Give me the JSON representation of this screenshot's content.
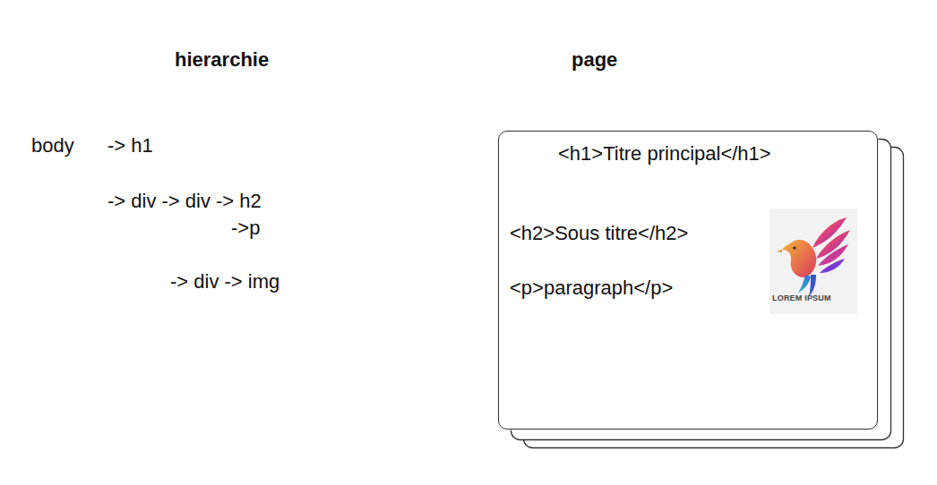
{
  "diagram": {
    "nodes": [
      {
        "text": [
          "<h1>Titre principal</h1>",
          "<h2>Sous titre</h2>",
          "<p>paragraph</p>"
        ]
      }
    ],
    "labels": [
      "hierarchie",
      "page",
      "body",
      "-> h1",
      "-> div -> div -> h2",
      "->p",
      "-> div -> img",
      "LOREM IPSUM"
    ]
  }
}
